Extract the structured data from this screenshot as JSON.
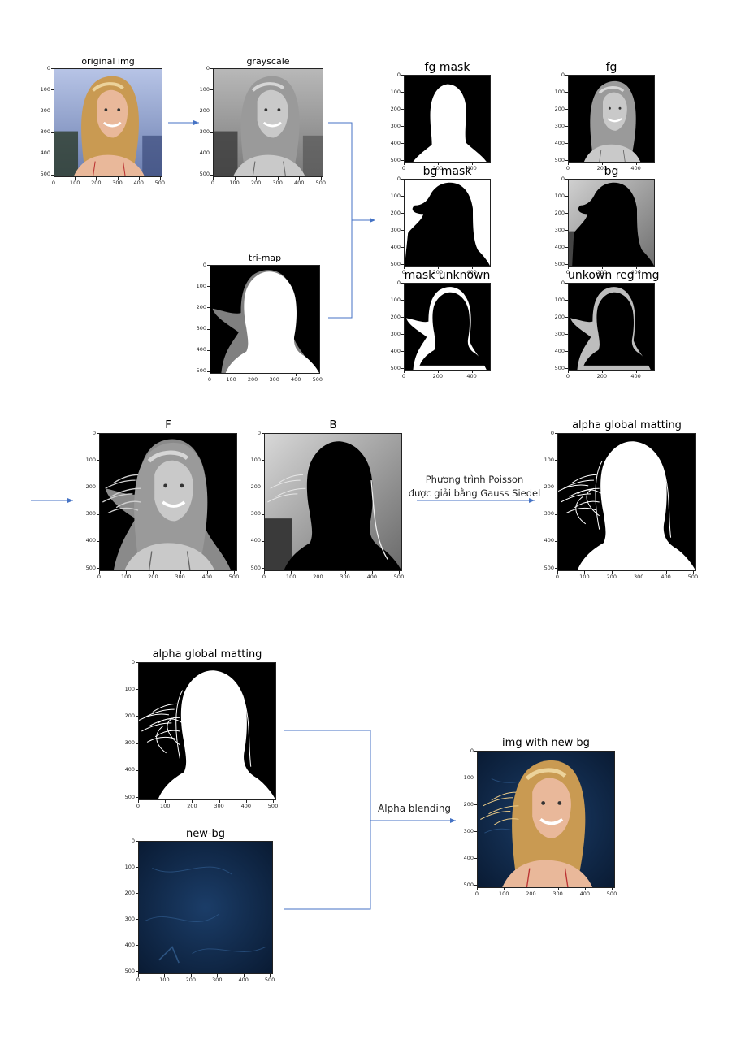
{
  "panels": {
    "original": {
      "title": "original img",
      "xticks": [
        "0",
        "100",
        "200",
        "300",
        "400",
        "500"
      ],
      "yticks": [
        "0",
        "100",
        "200",
        "300",
        "400",
        "500"
      ]
    },
    "grayscale": {
      "title": "grayscale",
      "xticks": [
        "0",
        "100",
        "200",
        "300",
        "400",
        "500"
      ],
      "yticks": [
        "0",
        "100",
        "200",
        "300",
        "400",
        "500"
      ]
    },
    "trimap": {
      "title": "tri-map",
      "xticks": [
        "0",
        "100",
        "200",
        "300",
        "400",
        "500"
      ],
      "yticks": [
        "0",
        "100",
        "200",
        "300",
        "400",
        "500"
      ]
    },
    "fgmask": {
      "title": "fg mask",
      "xticks": [
        "0",
        "200",
        "400"
      ],
      "yticks": [
        "0",
        "100",
        "200",
        "300",
        "400",
        "500"
      ]
    },
    "fg": {
      "title": "fg",
      "xticks": [
        "0",
        "200",
        "400"
      ],
      "yticks": [
        "0",
        "100",
        "200",
        "300",
        "400",
        "500"
      ]
    },
    "bgmask": {
      "title": "bg mask",
      "xticks": [
        "0",
        "200",
        "400"
      ],
      "yticks": [
        "0",
        "100",
        "200",
        "300",
        "400",
        "500"
      ]
    },
    "bg": {
      "title": "bg",
      "xticks": [
        "0",
        "200",
        "400"
      ],
      "yticks": [
        "0",
        "100",
        "200",
        "300",
        "400",
        "500"
      ]
    },
    "maskunknown": {
      "title": "mask unknown",
      "xticks": [
        "0",
        "200",
        "400"
      ],
      "yticks": [
        "0",
        "100",
        "200",
        "300",
        "400",
        "500"
      ]
    },
    "unknownreg": {
      "title": "unkown reg img",
      "xticks": [
        "0",
        "200",
        "400"
      ],
      "yticks": [
        "0",
        "100",
        "200",
        "300",
        "400",
        "500"
      ]
    },
    "F": {
      "title": "F",
      "xticks": [
        "0",
        "100",
        "200",
        "300",
        "400",
        "500"
      ],
      "yticks": [
        "0",
        "100",
        "200",
        "300",
        "400",
        "500"
      ]
    },
    "B": {
      "title": "B",
      "xticks": [
        "0",
        "100",
        "200",
        "300",
        "400",
        "500"
      ],
      "yticks": [
        "0",
        "100",
        "200",
        "300",
        "400",
        "500"
      ]
    },
    "alpha1": {
      "title": "alpha global matting",
      "xticks": [
        "0",
        "100",
        "200",
        "300",
        "400",
        "500"
      ],
      "yticks": [
        "0",
        "100",
        "200",
        "300",
        "400",
        "500"
      ]
    },
    "alpha2": {
      "title": "alpha global matting",
      "xticks": [
        "0",
        "100",
        "200",
        "300",
        "400",
        "500"
      ],
      "yticks": [
        "0",
        "100",
        "200",
        "300",
        "400",
        "500"
      ]
    },
    "newbg": {
      "title": "new-bg",
      "xticks": [
        "0",
        "100",
        "200",
        "300",
        "400",
        "500"
      ],
      "yticks": [
        "0",
        "100",
        "200",
        "300",
        "400",
        "500"
      ]
    },
    "result": {
      "title": "img with new bg",
      "xticks": [
        "0",
        "100",
        "200",
        "300",
        "400",
        "500"
      ],
      "yticks": [
        "0",
        "100",
        "200",
        "300",
        "400",
        "500"
      ]
    }
  },
  "annotations": {
    "poisson_line1": "Phương trình Poisson",
    "poisson_line2": "được giải bằng Gauss Siedel",
    "alpha_blending": "Alpha blending"
  },
  "colors": {
    "arrow": "#4472c4",
    "mask_white": "#ffffff",
    "mask_black": "#000000",
    "unknown_gray": "#808080",
    "new_bg_blue": "#0e2a4e"
  }
}
